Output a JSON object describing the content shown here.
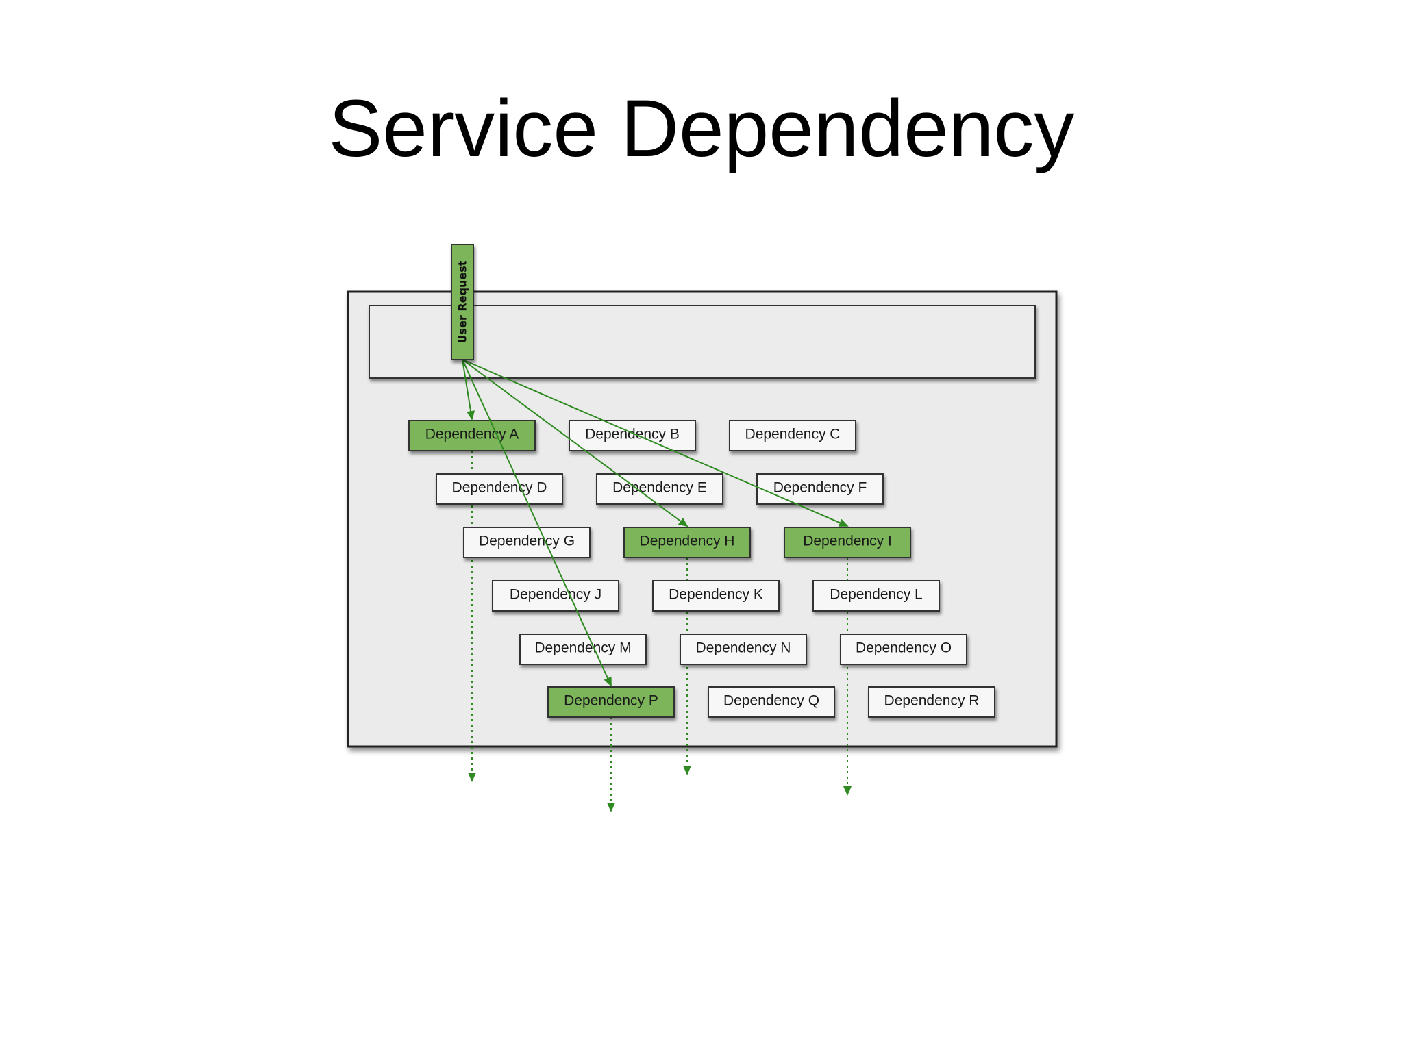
{
  "slide": {
    "title": "Service Dependency"
  },
  "diagram": {
    "request_label": "User Request",
    "colors": {
      "active_fill": "#7cb55a",
      "inactive_fill": "#f7f7f7",
      "arrow": "#2f8a22",
      "container_fill": "#ebebeb",
      "container_border": "#222222"
    },
    "dependencies": [
      {
        "id": "A",
        "label": "Dependency A",
        "active": true
      },
      {
        "id": "B",
        "label": "Dependency B",
        "active": false
      },
      {
        "id": "C",
        "label": "Dependency C",
        "active": false
      },
      {
        "id": "D",
        "label": "Dependency D",
        "active": false
      },
      {
        "id": "E",
        "label": "Dependency E",
        "active": false
      },
      {
        "id": "F",
        "label": "Dependency F",
        "active": false
      },
      {
        "id": "G",
        "label": "Dependency G",
        "active": false
      },
      {
        "id": "H",
        "label": "Dependency H",
        "active": true
      },
      {
        "id": "I",
        "label": "Dependency I",
        "active": true
      },
      {
        "id": "J",
        "label": "Dependency J",
        "active": false
      },
      {
        "id": "K",
        "label": "Dependency K",
        "active": false
      },
      {
        "id": "L",
        "label": "Dependency L",
        "active": false
      },
      {
        "id": "M",
        "label": "Dependency M",
        "active": false
      },
      {
        "id": "N",
        "label": "Dependency N",
        "active": false
      },
      {
        "id": "O",
        "label": "Dependency O",
        "active": false
      },
      {
        "id": "P",
        "label": "Dependency P",
        "active": true
      },
      {
        "id": "Q",
        "label": "Dependency Q",
        "active": false
      },
      {
        "id": "R",
        "label": "Dependency R",
        "active": false
      }
    ],
    "request_targets": [
      "A",
      "H",
      "I",
      "P"
    ],
    "outbound_calls": [
      "A",
      "H",
      "I",
      "P"
    ]
  }
}
